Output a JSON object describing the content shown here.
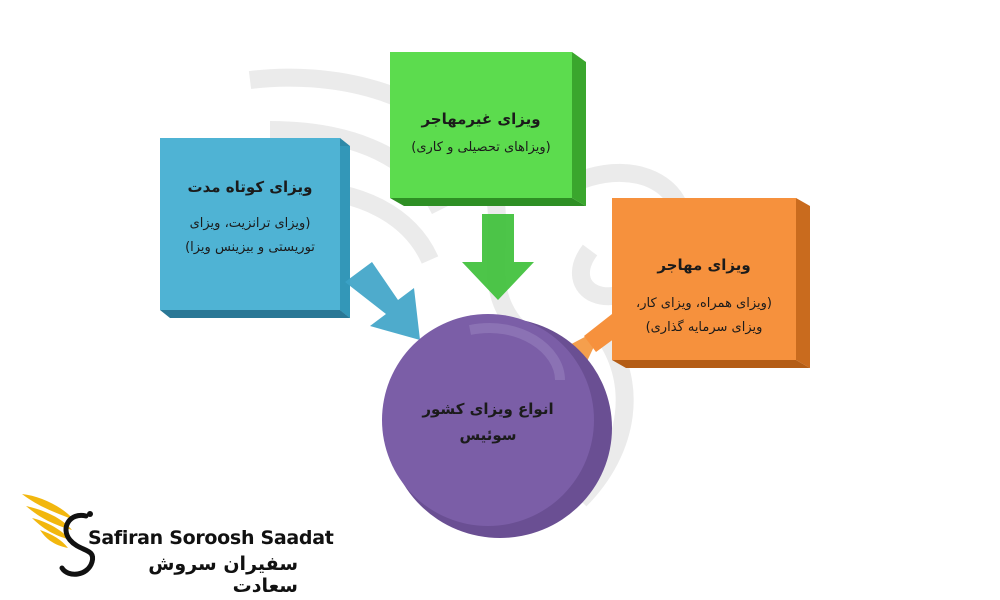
{
  "center": {
    "line1": "انواع ویزای کشور",
    "line2": "سوئیس",
    "color": "#7b5ea7"
  },
  "boxes": {
    "short_term": {
      "title": "ویزای کوتاه مدت",
      "desc_line1": "(ویزای ترانزیت، ویزای",
      "desc_line2": "توریستی و بیزینس ویزا)",
      "color": "#4fb3d4"
    },
    "non_immigrant": {
      "title": "ویزای غیرمهاجر",
      "desc_line1": "(ویزاهای تحصیلی و کاری)",
      "color": "#5cdc4e"
    },
    "immigrant": {
      "title": "ویزای مهاجر",
      "desc_line1": "(ویزای همراه، ویزای کار،",
      "desc_line2": "ویزای سرمایه گذاری)",
      "color": "#f6913d"
    }
  },
  "logo": {
    "name_en": "Safiran Soroosh Saadat",
    "name_fa": "سفیران سروش سعادت",
    "gold": "#f2b70e"
  }
}
